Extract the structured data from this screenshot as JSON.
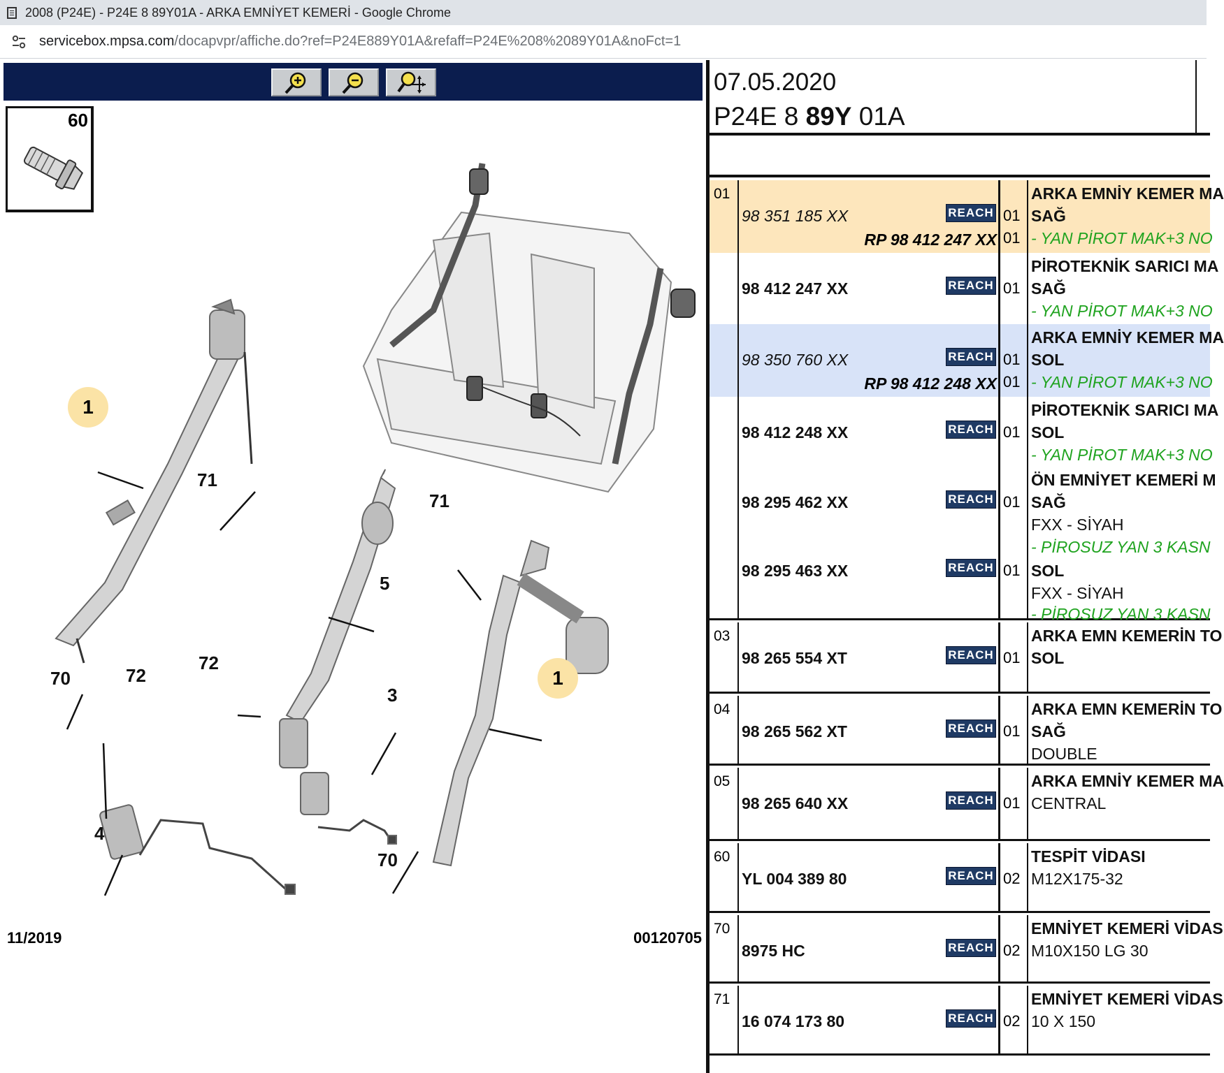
{
  "window": {
    "title": "2008 (P24E) - P24E 8 89Y01A - ARKA EMNİYET KEMERİ - Google Chrome",
    "url_host": "servicebox.mpsa.com",
    "url_path": "/docapvpr/affiche.do?ref=P24E889Y01A&refaff=P24E%208%2089Y01A&noFct=1"
  },
  "toolbar": {
    "buttons": [
      {
        "name": "zoom-in",
        "icon": "magnifier-plus-icon"
      },
      {
        "name": "zoom-out",
        "icon": "magnifier-minus-icon"
      },
      {
        "name": "zoom-pan",
        "icon": "magnifier-move-icon"
      }
    ],
    "bg_color": "#0b1d4e"
  },
  "diagram": {
    "thumb_label": "60",
    "labels": [
      "1",
      "71",
      "70",
      "72",
      "4",
      "3",
      "5",
      "72",
      "71",
      "1",
      "70"
    ],
    "footer_date": "11/2019",
    "footer_code": "00120705",
    "highlight_color": "#fbe3a6"
  },
  "header": {
    "date": "07.05.2020",
    "ref_prefix": "P24E 8 ",
    "ref_bold": "89Y",
    "ref_suffix": " 01A"
  },
  "reach_label": "REACH",
  "rows": [
    {
      "ref": "01",
      "parts": [
        "98 351 185 XX"
      ],
      "rp": "RP 98 412 247 XX",
      "qty": [
        "01",
        "01"
      ],
      "desc": [
        "ARKA EMNİY KEMER MA",
        "SAĞ",
        "- YAN PİROT MAK+3 NO"
      ]
    },
    {
      "ref": "",
      "parts": [
        "98 412 247 XX"
      ],
      "qty": [
        "01"
      ],
      "desc": [
        "PİROTEKNİK SARICI MA",
        "SAĞ",
        "- YAN PİROT MAK+3 NO"
      ]
    },
    {
      "ref": "",
      "parts": [
        "98 350 760 XX"
      ],
      "rp": "RP 98 412 248 XX",
      "qty": [
        "01",
        "01"
      ],
      "desc": [
        "ARKA EMNİY KEMER MA",
        "SOL",
        "- YAN PİROT MAK+3 NO"
      ]
    },
    {
      "ref": "",
      "parts": [
        "98 412 248 XX"
      ],
      "qty": [
        "01"
      ],
      "desc": [
        "PİROTEKNİK SARICI MA",
        "SOL",
        "- YAN PİROT MAK+3 NO"
      ]
    },
    {
      "ref": "",
      "parts": [
        "98 295 462 XX",
        "98 295 463 XX"
      ],
      "qty": [
        "01",
        "01"
      ],
      "desc": [
        "ÖN EMNİYET KEMERİ M",
        "SAĞ",
        "FXX - SİYAH",
        "- PİROSUZ YAN 3 KASN",
        "SOL",
        "FXX - SİYAH",
        "- PİROSUZ YAN 3 KASN"
      ]
    },
    {
      "ref": "03",
      "parts": [
        "98 265 554 XT"
      ],
      "qty": [
        "01"
      ],
      "desc": [
        "ARKA EMN KEMERİN TO",
        "SOL"
      ]
    },
    {
      "ref": "04",
      "parts": [
        "98 265 562 XT"
      ],
      "qty": [
        "01"
      ],
      "desc": [
        "ARKA EMN KEMERİN TO",
        "SAĞ",
        "DOUBLE"
      ]
    },
    {
      "ref": "05",
      "parts": [
        "98 265 640 XX"
      ],
      "qty": [
        "01"
      ],
      "desc": [
        "ARKA EMNİY KEMER MA",
        "CENTRAL"
      ]
    },
    {
      "ref": "60",
      "parts": [
        "YL 004 389 80"
      ],
      "qty": [
        "02"
      ],
      "desc": [
        "TESPİT VİDASI",
        "M12X175-32"
      ]
    },
    {
      "ref": "70",
      "parts": [
        "8975 HC"
      ],
      "qty": [
        "02"
      ],
      "desc": [
        "EMNİYET KEMERİ VİDAS",
        "M10X150 LG 30"
      ]
    },
    {
      "ref": "71",
      "parts": [
        "16 074 173 80"
      ],
      "qty": [
        "02"
      ],
      "desc": [
        "EMNİYET KEMERİ VİDAS",
        "10 X 150"
      ]
    }
  ],
  "colors": {
    "row_highlight_orange": "#fde6bc",
    "row_highlight_blue": "#d8e3f8",
    "reach_badge": "#1f3a64",
    "note_green": "#1fa31f"
  }
}
